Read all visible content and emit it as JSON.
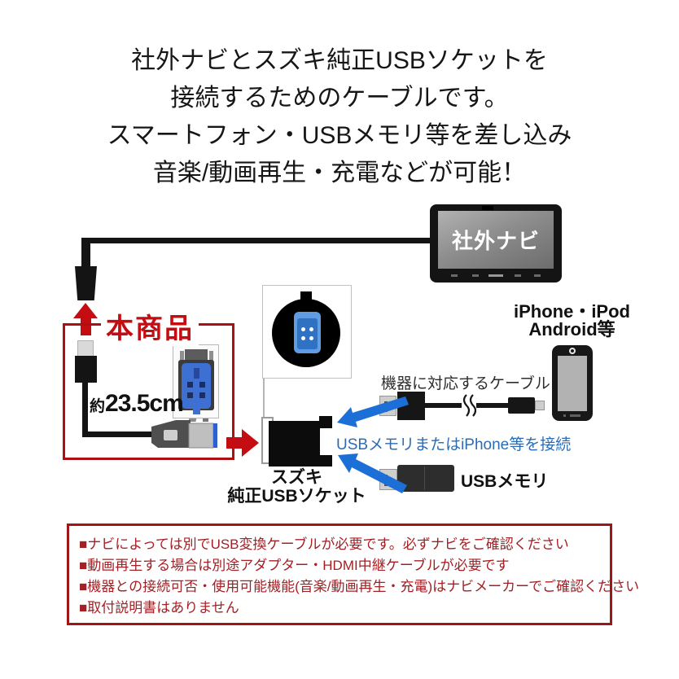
{
  "title": {
    "lines": [
      "社外ナビとスズキ純正USBソケットを",
      "接続するためのケーブルです。",
      "スマートフォン・USBメモリ等を差し込み",
      "音楽/動画再生・充電などが可能！"
    ]
  },
  "diagram": {
    "navi_label": "社外ナビ",
    "product_label": "本商品",
    "cable_length_prefix": "約",
    "cable_length_value": "23.5cm",
    "socket_label_line1": "スズキ",
    "socket_label_line2": "純正USBソケット",
    "devices_label_line1": "iPhone・iPod",
    "devices_label_line2": "Android等",
    "device_cable_label": "機器に対応するケーブル",
    "connect_note": "USBメモリまたはiPhone等を接続",
    "usb_memory_label": "USBメモリ"
  },
  "notes": {
    "items": [
      "■ナビによっては別でUSB変換ケーブルが必要です。必ずナビをご確認ください",
      "■動画再生する場合は別途アダプター・HDMI中継ケーブルが必要です",
      "■機器との接続可否・使用可能機能(音楽/動画再生・充電)はナビメーカーでご確認ください",
      "■取付説明書はありません"
    ]
  },
  "colors": {
    "accent_red": "#c40d13",
    "box_border_red": "#ad1013",
    "note_red": "#a32025",
    "note_border_red": "#9e1616",
    "arrow_blue": "#1b6fd6",
    "note_blue": "#2b6cb5",
    "connector_blue": "#3e6fd2"
  }
}
